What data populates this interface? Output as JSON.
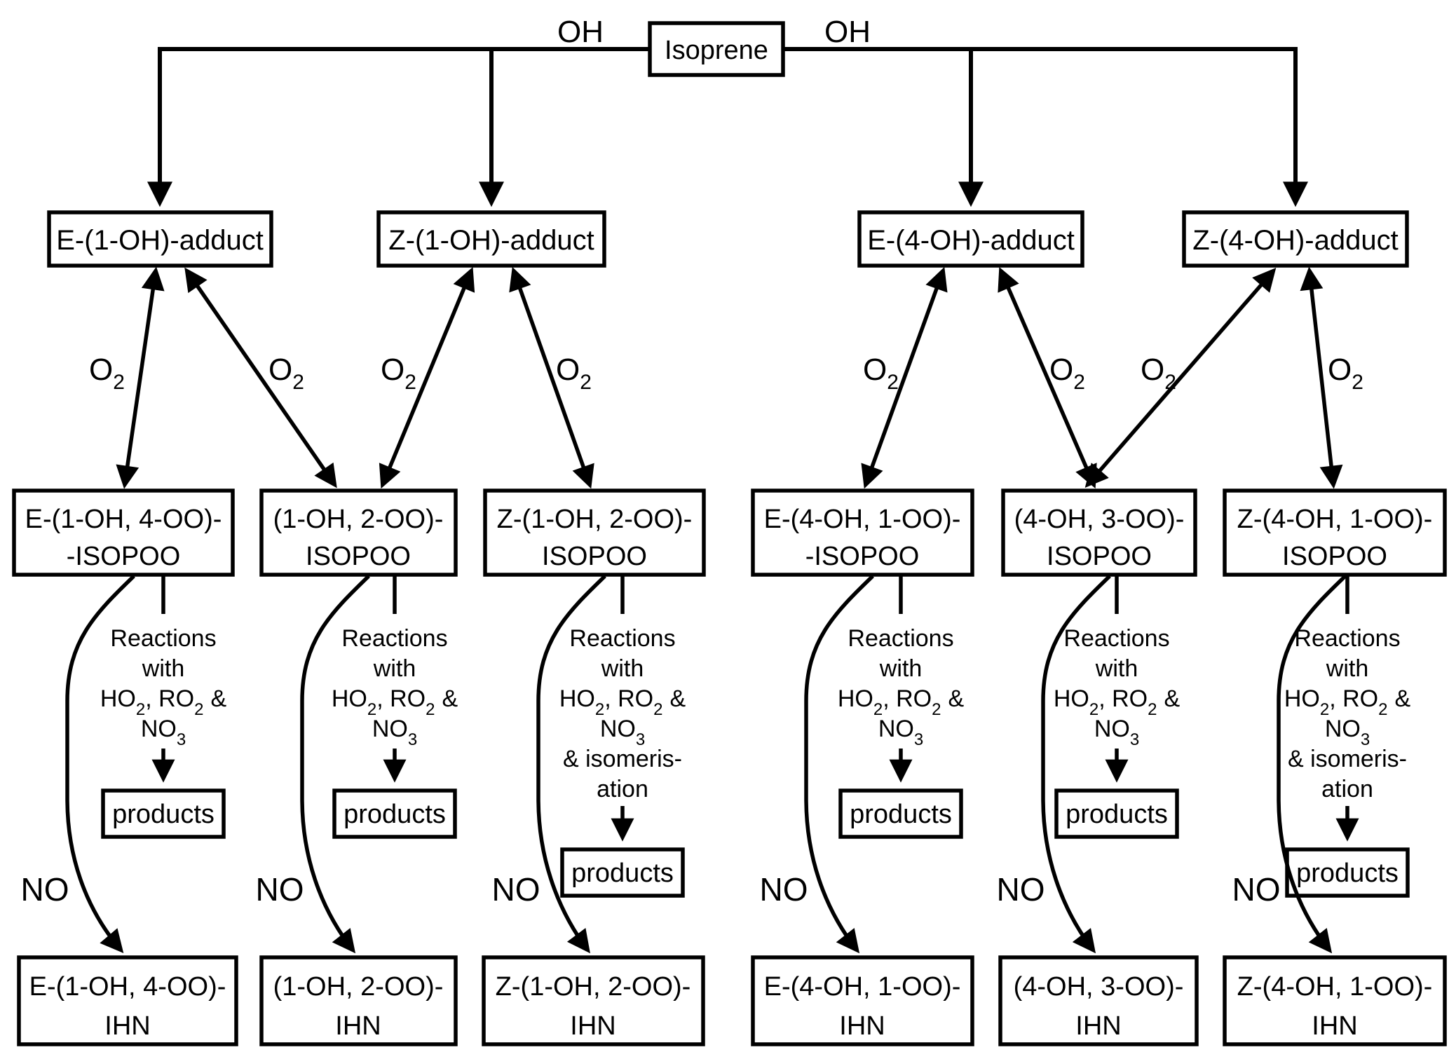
{
  "colors": {
    "ink": "#000000",
    "paper": "#ffffff"
  },
  "root": {
    "label": "Isoprene"
  },
  "oh": {
    "left": "OH",
    "right": "OH"
  },
  "o2": {
    "symbol": "O",
    "subscript": "2"
  },
  "no_label": "NO",
  "products_label": "products",
  "adducts": [
    "E-(1-OH)-adduct",
    "Z-(1-OH)-adduct",
    "E-(4-OH)-adduct",
    "Z-(4-OH)-adduct"
  ],
  "isopoo": [
    {
      "line1": "E-(1-OH, 4-OO)-",
      "line2": "-ISOPOO"
    },
    {
      "line1": "(1-OH, 2-OO)-",
      "line2": "ISOPOO"
    },
    {
      "line1": "Z-(1-OH, 2-OO)-",
      "line2": "ISOPOO"
    },
    {
      "line1": "E-(4-OH, 1-OO)-",
      "line2": "-ISOPOO"
    },
    {
      "line1": "(4-OH, 3-OO)-",
      "line2": "ISOPOO"
    },
    {
      "line1": "Z-(4-OH, 1-OO)-",
      "line2": "ISOPOO"
    }
  ],
  "reactions": {
    "l1": "Reactions",
    "l2": "with",
    "ho": "HO",
    "ho_sub": "2",
    "ro": ", RO",
    "ro_sub": "2",
    "amp": "&",
    "no3": "NO",
    "no3_sub": "3",
    "iso1": "& isomeris-",
    "iso2": "ation"
  },
  "ihn": [
    {
      "line1": "E-(1-OH, 4-OO)-",
      "line2": "IHN"
    },
    {
      "line1": "(1-OH, 2-OO)-",
      "line2": "IHN"
    },
    {
      "line1": "Z-(1-OH, 2-OO)-",
      "line2": "IHN"
    },
    {
      "line1": "E-(4-OH, 1-OO)-",
      "line2": "IHN"
    },
    {
      "line1": "(4-OH, 3-OO)-",
      "line2": "IHN"
    },
    {
      "line1": "Z-(4-OH, 1-OO)-",
      "line2": "IHN"
    }
  ]
}
